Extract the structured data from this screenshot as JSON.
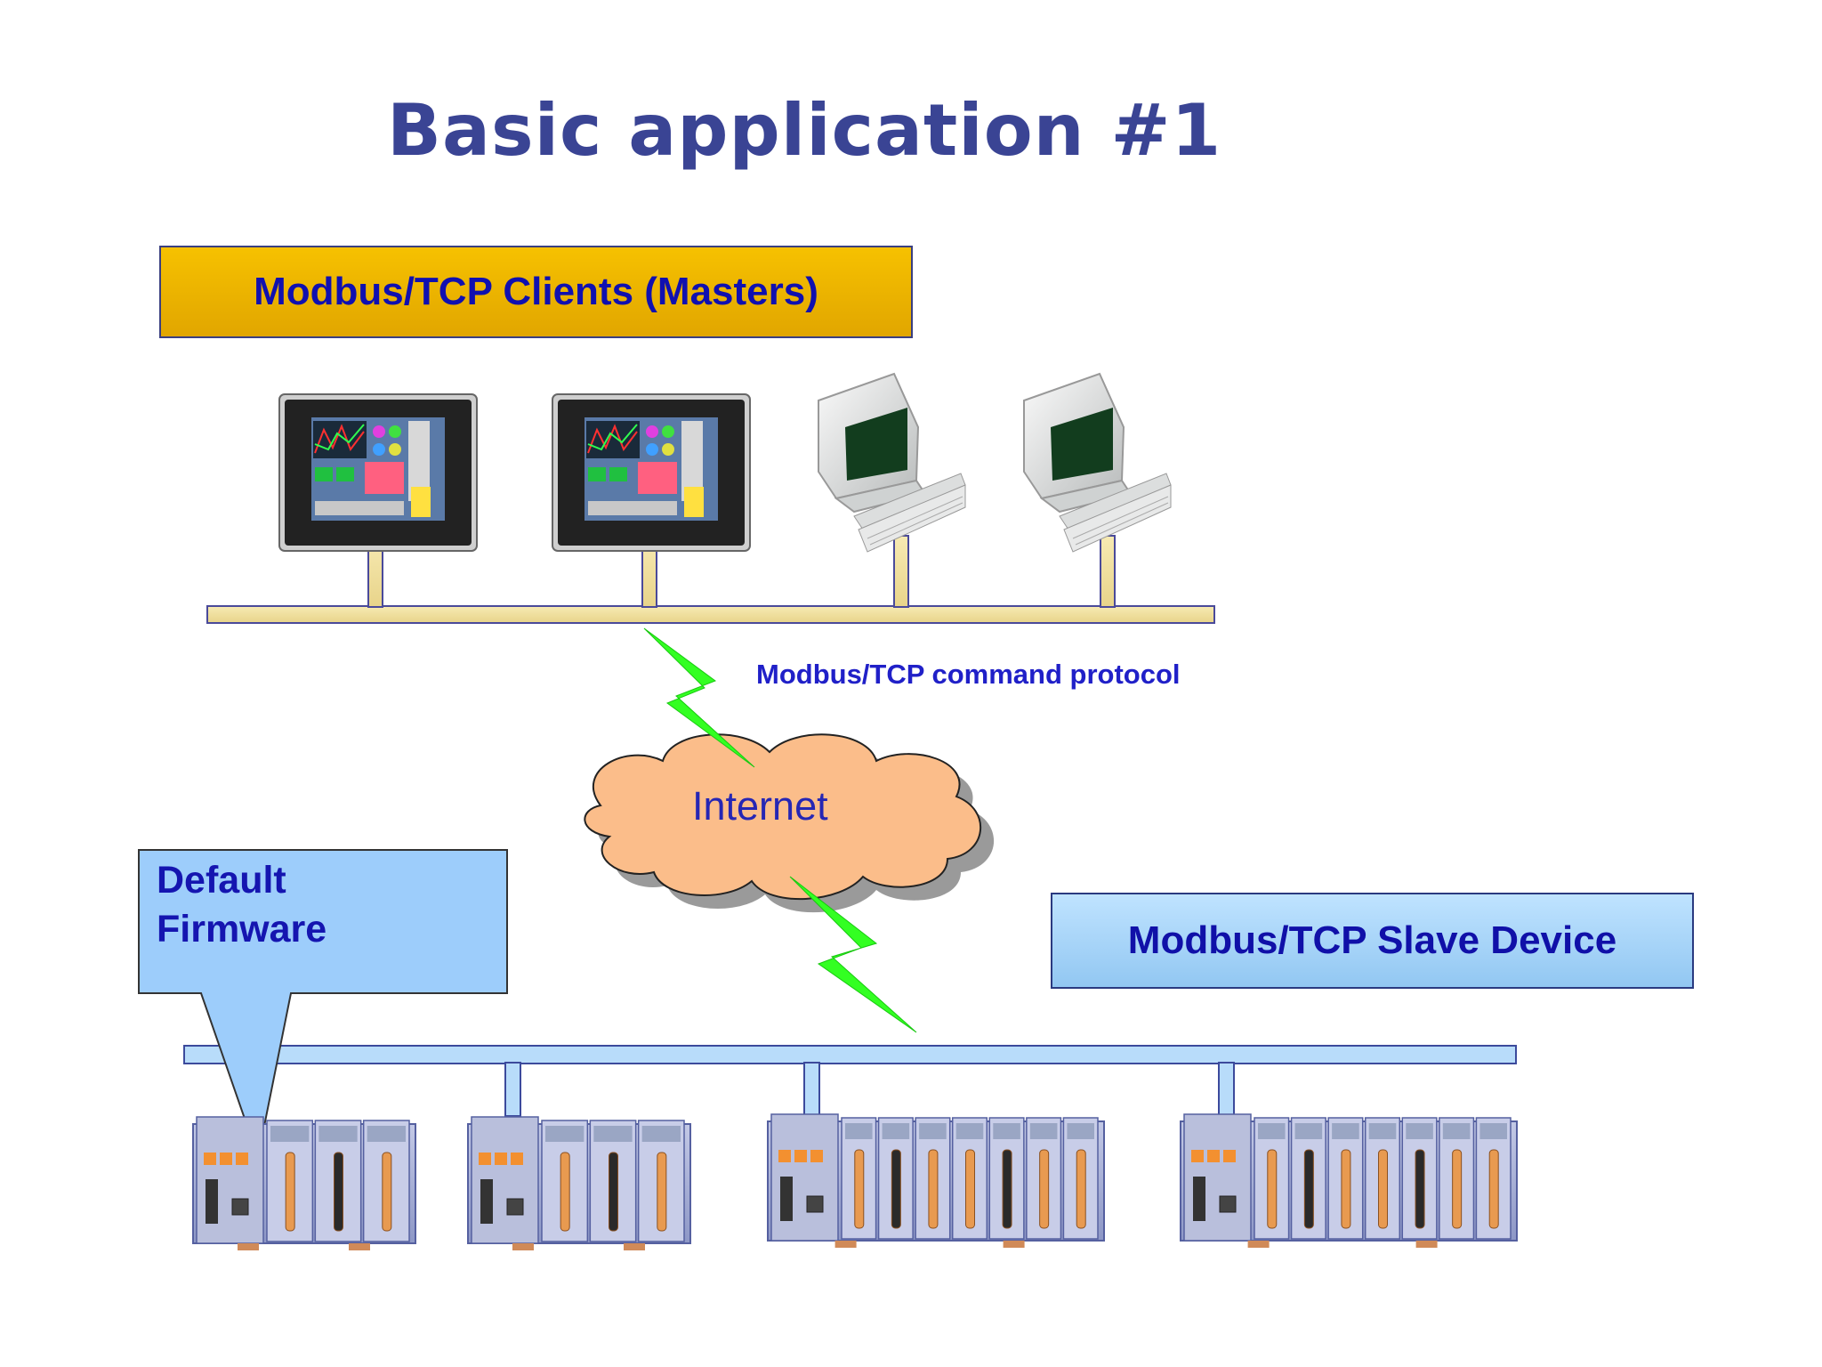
{
  "title": "Basic application #1",
  "clients": {
    "label": "Modbus/TCP Clients (Masters)",
    "devices": [
      {
        "type": "touch-panel-icon"
      },
      {
        "type": "touch-panel-icon"
      },
      {
        "type": "desktop-pc-icon"
      },
      {
        "type": "desktop-pc-icon"
      }
    ]
  },
  "link": {
    "protocol_label": "Modbus/TCP command protocol",
    "internet_label": "Internet"
  },
  "firmware_callout": {
    "line1": "Default",
    "line2": "Firmware"
  },
  "slave": {
    "label": "Modbus/TCP Slave Device",
    "controllers": [
      {
        "type": "io-controller-icon",
        "slots": 3
      },
      {
        "type": "io-controller-icon",
        "slots": 3
      },
      {
        "type": "io-controller-icon",
        "slots": 7
      },
      {
        "type": "io-controller-icon",
        "slots": 7
      }
    ]
  },
  "colors": {
    "title": "#3a4494",
    "clients_banner": "#f2bb00",
    "bus": "#f0e0a0",
    "lightning": "#33ff22",
    "cloud": "#fbbd8a",
    "callout": "#9dcdfb",
    "slave_banner": "#a8d4f8"
  }
}
